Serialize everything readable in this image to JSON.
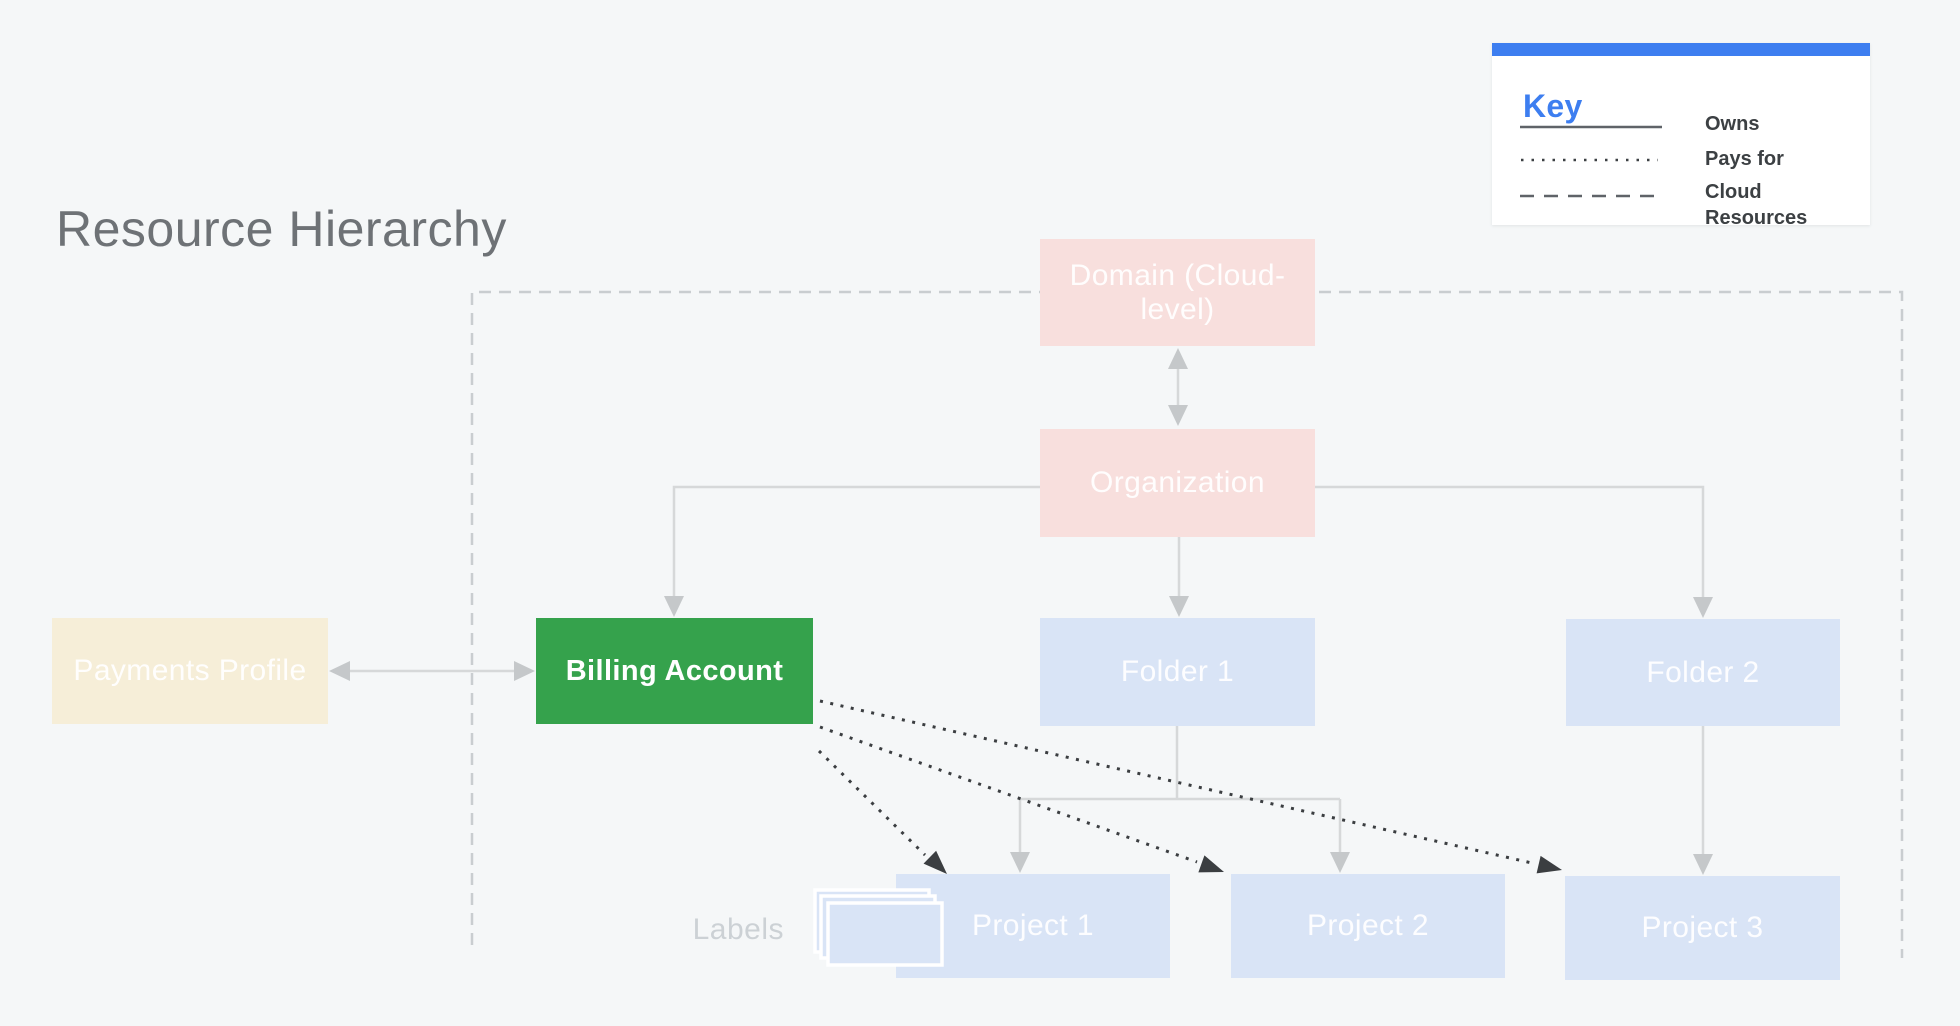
{
  "title": "Resource Hierarchy",
  "legend": {
    "heading": "Key",
    "items": [
      {
        "line_style": "solid",
        "label": "Owns"
      },
      {
        "line_style": "dotted",
        "label": "Pays for"
      },
      {
        "line_style": "dashed",
        "label": "Cloud Resources"
      }
    ]
  },
  "nodes": {
    "domain": {
      "label": "Domain (Cloud-level)",
      "color": "#f8dfdd"
    },
    "organization": {
      "label": "Organization",
      "color": "#f8dfdd"
    },
    "payments_profile": {
      "label": "Payments Profile",
      "color": "#f6eed8"
    },
    "billing_account": {
      "label": "Billing Account",
      "color": "#35a24c"
    },
    "folder_1": {
      "label": "Folder 1",
      "color": "#d9e4f6"
    },
    "folder_2": {
      "label": "Folder 2",
      "color": "#d9e4f6"
    },
    "project_1": {
      "label": "Project 1",
      "color": "#d9e4f6"
    },
    "project_2": {
      "label": "Project 2",
      "color": "#d9e4f6"
    },
    "project_3": {
      "label": "Project 3",
      "color": "#d9e4f6"
    }
  },
  "annotations": {
    "labels_caption": "Labels"
  },
  "edges": [
    {
      "from": "Domain (Cloud-level)",
      "to": "Organization",
      "type": "owns",
      "bidirectional": true
    },
    {
      "from": "Organization",
      "to": "Billing Account",
      "type": "owns"
    },
    {
      "from": "Organization",
      "to": "Folder 1",
      "type": "owns"
    },
    {
      "from": "Organization",
      "to": "Folder 2",
      "type": "owns"
    },
    {
      "from": "Folder 1",
      "to": "Project 1",
      "type": "owns"
    },
    {
      "from": "Folder 1",
      "to": "Project 2",
      "type": "owns"
    },
    {
      "from": "Folder 2",
      "to": "Project 3",
      "type": "owns"
    },
    {
      "from": "Payments Profile",
      "to": "Billing Account",
      "type": "owns",
      "bidirectional": true
    },
    {
      "from": "Billing Account",
      "to": "Project 1",
      "type": "pays_for"
    },
    {
      "from": "Billing Account",
      "to": "Project 2",
      "type": "pays_for"
    },
    {
      "from": "Billing Account",
      "to": "Project 3",
      "type": "pays_for"
    }
  ],
  "colors": {
    "background": "#f5f7f8",
    "accent_blue": "#3d7ef0",
    "owns_line": "#d6d8d9",
    "owns_arrowhead": "#c5c8ca",
    "pays_for_line": "#3b3e41",
    "dashed_boundary": "#c9cdd0",
    "title_text": "#6e7276",
    "legend_text": "#3c4043",
    "labels_caption_text": "#ccd1d5"
  }
}
